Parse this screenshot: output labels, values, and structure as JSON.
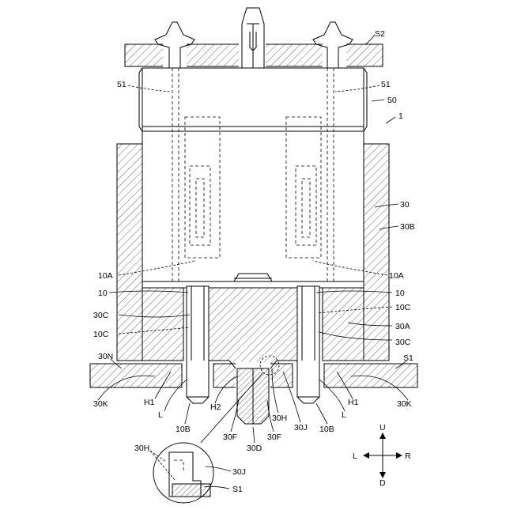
{
  "figure": {
    "labels": {
      "S2": "S2",
      "n51": "51",
      "n50": "50",
      "n1": "1",
      "n30": "30",
      "n30B": "30B",
      "n10A": "10A",
      "n10": "10",
      "n10C": "10C",
      "n30C": "30C",
      "n30A": "30A",
      "n30N": "30N",
      "S1": "S1",
      "n30K": "30K",
      "H1": "H1",
      "H2": "H2",
      "L": "L",
      "n10B": "10B",
      "n30F": "30F",
      "n30H": "30H",
      "n30J": "30J",
      "n30D": "30D"
    },
    "compass": {
      "up": "U",
      "down": "D",
      "left": "L",
      "right": "R"
    }
  }
}
